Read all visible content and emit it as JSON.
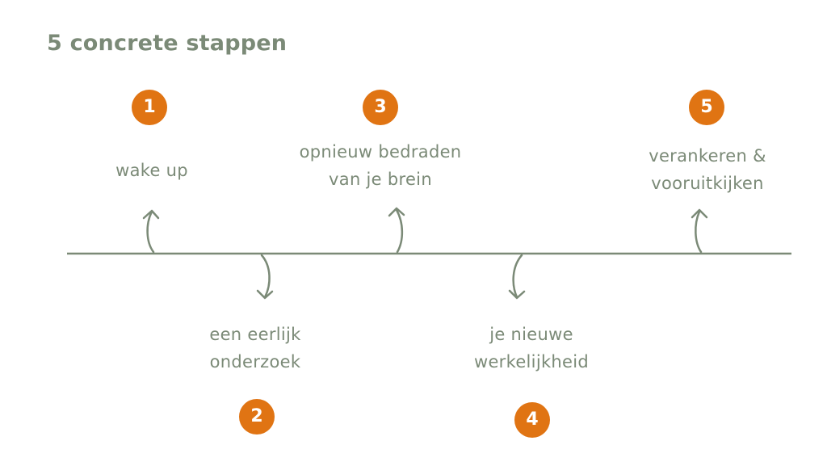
{
  "title": "5 concrete stappen",
  "colors": {
    "accent": "#e07413",
    "text": "#7b8a77",
    "line": "#7b8a77",
    "background": "#ffffff"
  },
  "steps": [
    {
      "number": "1",
      "lines": [
        "wake up"
      ],
      "side": "above"
    },
    {
      "number": "2",
      "lines": [
        "een eerlijk",
        "onderzoek"
      ],
      "side": "below"
    },
    {
      "number": "3",
      "lines": [
        "opnieuw bedraden",
        "van je brein"
      ],
      "side": "above"
    },
    {
      "number": "4",
      "lines": [
        "je nieuwe",
        "werkelijkheid"
      ],
      "side": "below"
    },
    {
      "number": "5",
      "lines": [
        "verankeren &",
        "vooruitkijken"
      ],
      "side": "above"
    }
  ]
}
